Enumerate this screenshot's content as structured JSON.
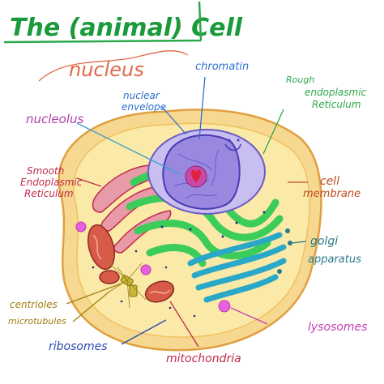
{
  "title": "The (animal) Cell",
  "colors": {
    "title": "#1a9a3a",
    "title_underline": "#2aa84a",
    "label_nucleus": "#e06a4a",
    "label_chromatin": "#2f6fd0",
    "label_nuclear_envelope": "#2f6fd0",
    "label_rough_er": "#2aa84a",
    "label_nucleolus": "#b040a8",
    "label_smooth_er": "#c02a4a",
    "label_cell_membrane": "#c04a20",
    "label_golgi": "#2a7a8a",
    "label_centrioles": "#a08010",
    "label_microtubules": "#a08010",
    "label_ribosomes": "#2a4ab0",
    "label_mitochondria": "#c02a4a",
    "label_lysosomes": "#c040b0",
    "membrane_outer": "#f6d890",
    "cytoplasm": "#fbe9a8",
    "nucleus_fill": "#9a88e0",
    "nucleolus_fill": "#b84aa8",
    "rough_er": "#3ccc5a",
    "smooth_er": "#d06a7a",
    "golgi": "#2aa8c8",
    "mitochondria": "#c84a3a",
    "lysosome": "#e860e0"
  },
  "labels": {
    "nucleus": "nucleus",
    "chromatin": "chromatin",
    "nuclear_envelope_1": "nuclear",
    "nuclear_envelope_2": "envelope",
    "rough_er_1": "Rough",
    "rough_er_2": "endoplasmic",
    "rough_er_3": "Reticulum",
    "nucleolus": "nucleolus",
    "smooth_er_1": "Smooth",
    "smooth_er_2": "Endoplasmic",
    "smooth_er_3": "Reticulum",
    "cell_membrane_1": "cell",
    "cell_membrane_2": "membrane",
    "golgi_1": "golgi",
    "golgi_2": "apparatus",
    "centrioles": "centrioles",
    "microtubules": "microtubules",
    "ribosomes": "ribosomes",
    "mitochondria": "mitochondria",
    "lysosomes": "lysosomes"
  }
}
